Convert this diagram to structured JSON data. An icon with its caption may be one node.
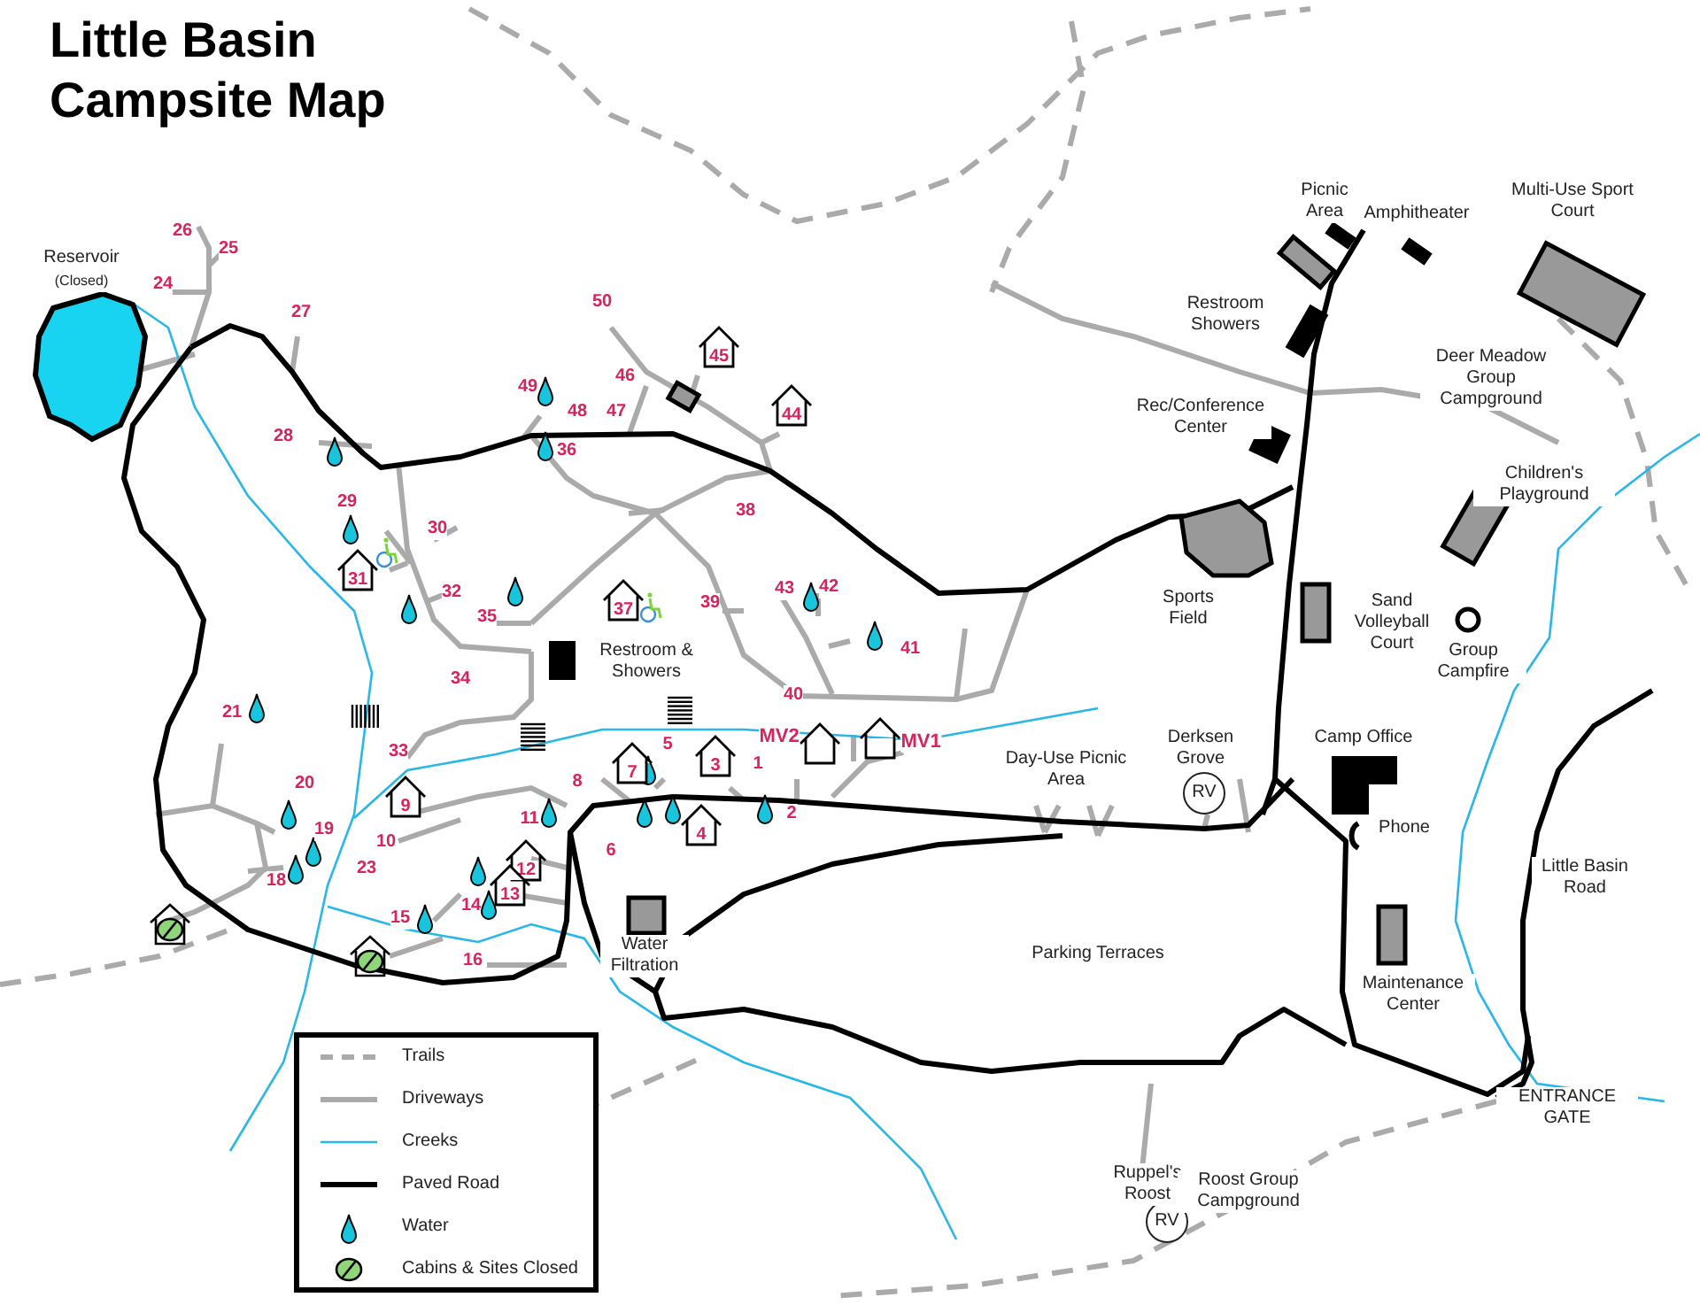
{
  "diagram": {
    "title": "Little Basin Campsite Map",
    "nodes": [
      {
        "text": [
          "45"
        ]
      },
      {
        "text": [
          "44"
        ]
      },
      {
        "text": [
          "31"
        ]
      },
      {
        "text": [
          "37"
        ]
      },
      {
        "text": [],
        "shape": "house",
        "beside": [
          "MV2"
        ]
      },
      {
        "text": [],
        "shape": "house",
        "beside": [
          "MV1"
        ]
      },
      {
        "text": [
          "7"
        ]
      },
      {
        "text": [
          "3"
        ]
      },
      {
        "text": [
          "9"
        ]
      },
      {
        "text": [
          "4"
        ]
      },
      {
        "text": [
          "RV"
        ],
        "beside": [
          "Derksen Grove"
        ]
      },
      {
        "text": [
          "12"
        ]
      },
      {
        "text": [
          "13"
        ]
      },
      {
        "text": [
          "RV"
        ],
        "beside": [
          "Ruppel's Roost"
        ]
      }
    ],
    "labels": [
      "Picnic Area",
      "Multi-Use Sport Court",
      "Amphitheater",
      "26",
      "25",
      "Reservoir",
      "(Closed)",
      "24",
      "50",
      "Restroom Showers",
      "27",
      "Deer Meadow Group Campground",
      "46",
      "49",
      "47",
      "48",
      "Rec/Conference Center",
      "28",
      "36",
      "Children's Playground",
      "29",
      "38",
      "30",
      "Sports Field",
      "32",
      "43",
      "42",
      "Sand Volleyball Court",
      "39",
      "35",
      "Group Campfire",
      "Restroom & Showers",
      "41",
      "34",
      "40",
      "21",
      "Camp Office",
      "Day-Use Picnic Area",
      "5",
      "33",
      "1",
      "8",
      "20",
      "2",
      "11",
      "Phone",
      "19",
      "10",
      "6",
      "Little Basin Road",
      "23",
      "18",
      "14",
      "15",
      "Water Filtration",
      "Parking Terraces",
      "16",
      "Maintenance Center",
      "ENTRANCE GATE",
      "Roost Group Campground"
    ],
    "legend": [
      {
        "text": "Trails"
      },
      {
        "text": "Driveways"
      },
      {
        "text": "Creeks"
      },
      {
        "text": "Paved Road"
      },
      {
        "text": "Water"
      },
      {
        "text": "Cabins & Sites Closed"
      }
    ]
  }
}
